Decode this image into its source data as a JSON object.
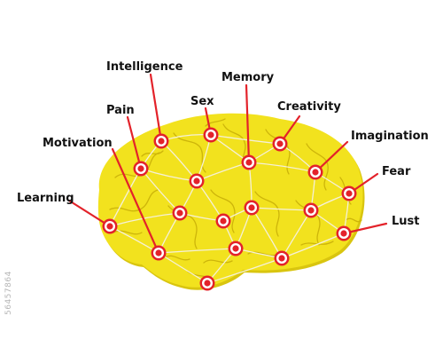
{
  "labels": {
    "intelligence": "Intelligence",
    "memory": "Memory",
    "pain": "Pain",
    "sex": "Sex",
    "creativity": "Creativity",
    "motivation": "Motivation",
    "imagination": "Imagination",
    "fear": "Fear",
    "learning": "Learning",
    "lust": "Lust"
  },
  "side_text": "56457864",
  "colors": {
    "brain_fill": "#f2e21e",
    "brain_shadow": "#d9c50f",
    "fold_lines": "#cdb50a",
    "network_lines": "#f5f0d8",
    "pointer": "#e3222a",
    "node_ring": "#ffffff",
    "node_core": "#e3222a",
    "text": "#111111"
  }
}
